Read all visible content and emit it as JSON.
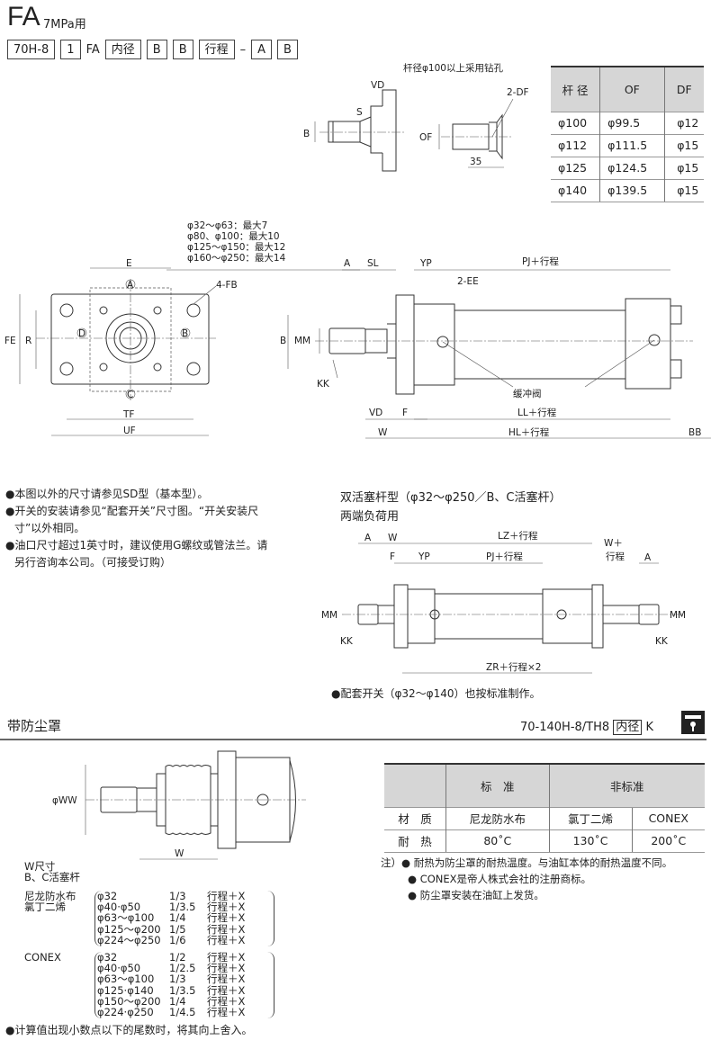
{
  "header": {
    "title": "FA",
    "subtitle": "7MPa用",
    "codes": [
      "70H-8",
      "1",
      "FA",
      "内径",
      "B",
      "B",
      "行程",
      "–",
      "A",
      "B"
    ]
  },
  "rod_end": {
    "caption": "杆径φ100以上采用钻孔",
    "labels": {
      "vd": "VD",
      "s": "S",
      "b": "B",
      "of": "OF",
      "df": "2-DF",
      "len": "35"
    }
  },
  "rod_table": {
    "headers": [
      "杆 径",
      "OF",
      "DF"
    ],
    "rows": [
      [
        "φ100",
        "φ99.5",
        "φ12"
      ],
      [
        "φ112",
        "φ111.5",
        "φ15"
      ],
      [
        "φ125",
        "φ124.5",
        "φ15"
      ],
      [
        "φ140",
        "φ139.5",
        "φ15"
      ]
    ]
  },
  "front_view": {
    "notes": [
      "φ32～φ63：最大7",
      "φ80、φ100：最大10",
      "φ125～φ150：最大12",
      "φ160～φ250：最大14"
    ],
    "labels": {
      "e": "E",
      "fb": "4-FB",
      "fe": "FE",
      "r": "R",
      "tf": "TF",
      "uf": "UF",
      "a": "A",
      "b": "B",
      "c": "C",
      "d": "D"
    }
  },
  "side_view": {
    "labels": {
      "a": "A",
      "sl": "SL",
      "yp": "YP",
      "pj": "PJ＋行程",
      "ee": "2-EE",
      "b": "B",
      "mm": "MM",
      "kk": "KK",
      "valve": "缓冲阀",
      "vd": "VD",
      "f": "F",
      "ll": "LL＋行程",
      "w": "W",
      "hl": "HL＋行程",
      "bb": "BB"
    }
  },
  "notes": [
    "●本图以外的尺寸请参见SD型（基本型）。",
    "●开关的安装请参见“配套开关”尺寸图。“开关安装尺",
    "寸”以外相同。",
    "●油口尺寸超过1英寸时，建议使用G螺纹或管法兰。请",
    "另行咨询本公司。（可接受订购）"
  ],
  "double_rod": {
    "title": "双活塞杆型（φ32～φ250／B、C活塞杆）",
    "subtitle": "两端负荷用",
    "labels": {
      "a": "A",
      "w": "W",
      "lz": "LZ＋行程",
      "w2": "W＋",
      "w2b": "行程",
      "a2": "A",
      "f": "F",
      "yp": "YP",
      "pj": "PJ＋行程",
      "mm": "MM",
      "mm2": "MM",
      "kk": "KK",
      "kk2": "KK",
      "zr": "ZR＋行程×2"
    },
    "note": "●配套开关（φ32～φ140）也按标准制作。"
  },
  "dust_cover": {
    "section_title": "带防尘罩",
    "model": "70-140H-8/TH8",
    "model_box": "内径",
    "model_suffix": "K",
    "labels": {
      "ww": "φWW",
      "w": "W"
    },
    "table": {
      "h_std": "标　准",
      "h_nonstd": "非标准",
      "rows": [
        [
          "材　质",
          "尼龙防水布",
          "氯丁二烯",
          "CONEX"
        ],
        [
          "耐　热",
          "80˚C",
          "130˚C",
          "200˚C"
        ]
      ]
    },
    "notes": [
      "注）● 耐热为防尘罩的耐热温度。与油缸本体的耐热温度不同。",
      "● CONEX是帝人株式会社的注册商标。",
      "● 防尘罩安装在油缸上发货。"
    ],
    "w_title": "W尺寸",
    "w_sub": "B、C活塞杆",
    "w_groups": [
      {
        "name": "尼龙防水布",
        "name2": "氯丁二烯",
        "rows": [
          [
            "φ32",
            "1/3",
            "行程＋X"
          ],
          [
            "φ40·φ50",
            "1/3.5",
            "行程＋X"
          ],
          [
            "φ63～φ100",
            "1/4",
            "行程＋X"
          ],
          [
            "φ125～φ200",
            "1/5",
            "行程＋X"
          ],
          [
            "φ224～φ250",
            "1/6",
            "行程＋X"
          ]
        ]
      },
      {
        "name": "CONEX",
        "name2": "",
        "rows": [
          [
            "φ32",
            "1/2",
            "行程＋X"
          ],
          [
            "φ40·φ50",
            "1/2.5",
            "行程＋X"
          ],
          [
            "φ63～φ100",
            "1/3",
            "行程＋X"
          ],
          [
            "φ125·φ140",
            "1/3.5",
            "行程＋X"
          ],
          [
            "φ150～φ200",
            "1/4",
            "行程＋X"
          ],
          [
            "φ224·φ250",
            "1/4.5",
            "行程＋X"
          ]
        ]
      }
    ],
    "footnote": "●计算值出现小数点以下的尾数时，将其向上舍入。"
  }
}
